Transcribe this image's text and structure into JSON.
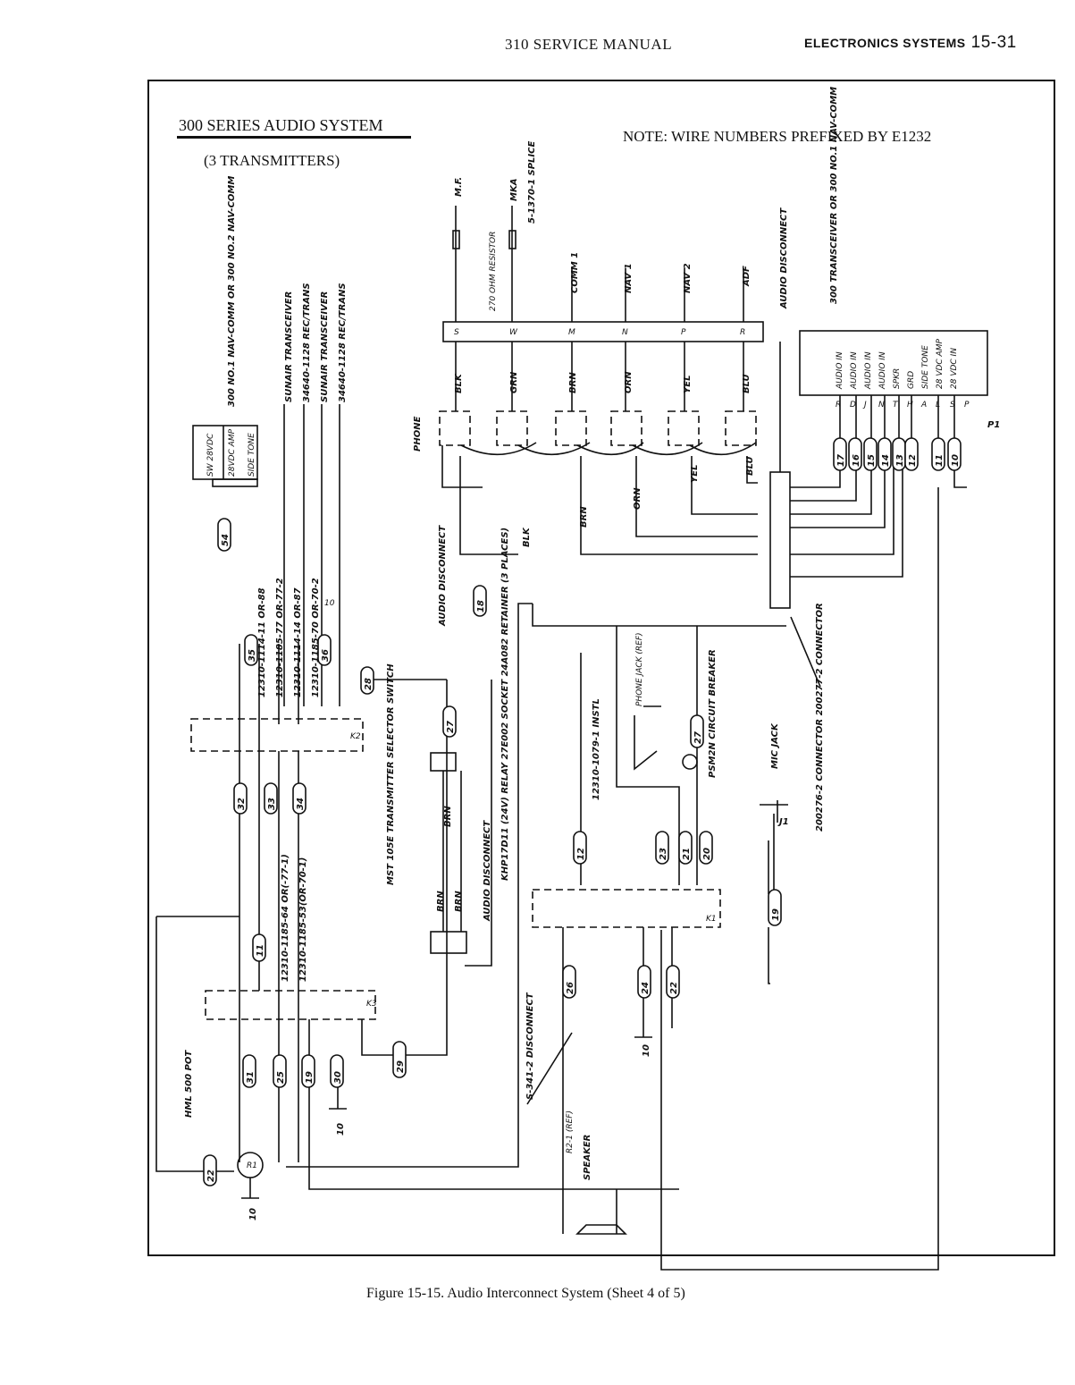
{
  "header": {
    "manual": "310 SERVICE MANUAL",
    "section": "ELECTRONICS SYSTEMS",
    "page": "15-31"
  },
  "diagram": {
    "title": "300 SERIES AUDIO SYSTEM",
    "subtitle": "(3 TRANSMITTERS)",
    "note": "NOTE:  WIRE NUMBERS PREFIXED BY E1232",
    "labels": {
      "nav_comm": "300 NO.1 NAV-COMM\nOR\n300 NO.2 NAV-COMM",
      "sunair1": "SUNAIR TRANSCEIVER",
      "rec1": "34640-1128 REC/TRANS",
      "sunair2": "SUNAIR TRANSCEIVER",
      "rec2": "34640-1128 REC/TRANS",
      "w1": "12310-1114-11 OR-88",
      "w2": "12310-1185-77 OR-77-2",
      "w3": "12310-1114-14 OR-87",
      "w4": "12310-1185-70 OR-70-2",
      "w5": "12310-1185-64 OR(-77-1)",
      "w6": "12310-1185-53(OR-70-1)",
      "mf": "M.F.",
      "mka": "MKA",
      "splice": "5-1370-1 SPLICE",
      "resistor": "270 OHM RESISTOR",
      "comm1": "COMM 1",
      "nav1": "NAV 1",
      "nav2": "NAV 2",
      "adf": "ADF",
      "audio_disc": "AUDIO DISCONNECT",
      "transceiver": "300 TRANSCEIVER\nOR\n300 NO.1 NAV-COMM",
      "phone": "PHONE",
      "blk": "BLK",
      "grn": "GRN",
      "brn": "BRN",
      "orn": "ORN",
      "yel": "YEL",
      "blu": "BLU",
      "selector": "MST 105E TRANSMITTER SELECTOR SWITCH",
      "relay": "KHP17D11 (24V) RELAY\n27E002 SOCKET\n24A082 RETAINER\n(3 PLACES)",
      "instl": "12310-1079-1 INSTL",
      "phone_jack": "PHONE JACK (REF)",
      "breaker": "PSM2N CIRCUIT BREAKER",
      "mic_jack": "MIC JACK",
      "connector": "200276-2 CONNECTOR\n200277-2 CONNECTOR",
      "hml": "HML 500 POT",
      "s341": "S-341-2 DISCONNECT",
      "speaker": "SPEAKER",
      "r2": "R2-1 (REF)",
      "p1": "P1",
      "k1": "K1",
      "k2": "K2",
      "k3": "K3",
      "r1": "R1",
      "j1": "J1",
      "ten": "10"
    },
    "pins": [
      "AUDIO IN",
      "AUDIO IN",
      "AUDIO IN",
      "AUDIO IN",
      "SPKR",
      "GRD",
      "SIDE TONE",
      "28 VDC AMP",
      "28 VDC IN"
    ],
    "pin_letters": [
      "R",
      "D",
      "J",
      "N",
      "T",
      "H",
      "A",
      "L",
      "S",
      "P"
    ],
    "terminal_letters": [
      "S",
      "W",
      "M",
      "N",
      "P",
      "R"
    ],
    "lead_labels": [
      "SW 28VDC",
      "28VDC AMP",
      "SIDE TONE"
    ],
    "wire_numbers": [
      "54",
      "35",
      "36",
      "28",
      "32",
      "33",
      "34",
      "11",
      "31",
      "25",
      "19",
      "30",
      "29",
      "27",
      "18",
      "12",
      "26",
      "24",
      "22",
      "23",
      "20",
      "21",
      "19",
      "17",
      "16",
      "15",
      "14",
      "13",
      "12",
      "11",
      "10",
      "27",
      "22"
    ]
  },
  "caption": "Figure 15-15.  Audio Interconnect System  (Sheet 4 of 5)"
}
